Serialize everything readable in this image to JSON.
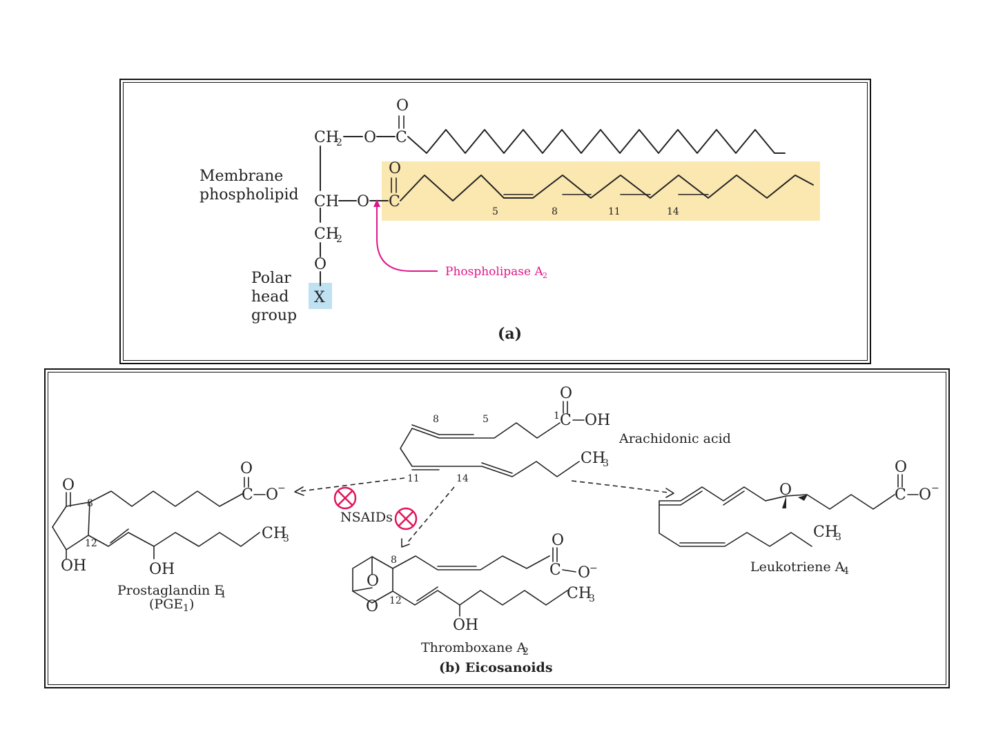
{
  "panel_a": {
    "atoms": {
      "o_top": "O",
      "ch2_top": "CH",
      "ch2_top_sub": "2",
      "o_link1": "O",
      "c_carbonyl1": "C",
      "ch_mid": "CH",
      "o_link2": "O",
      "c_carbonyl2": "C",
      "o_carbonyl2": "O",
      "ch2_bottom": "CH",
      "ch2_bottom_sub": "2",
      "o_head": "O",
      "x_head": "X"
    },
    "label_membrane_line1": "Membrane",
    "label_membrane_line2": "phospholipid",
    "label_polar_line1": "Polar",
    "label_polar_line2": "head",
    "label_polar_line3": "group",
    "enzyme": "Phospholipase A",
    "enzyme_sub": "2",
    "double_bond_positions": [
      "5",
      "8",
      "11",
      "14"
    ],
    "caption": "(a)",
    "colors": {
      "highlight": "#fbe7b0",
      "head_highlight": "#bfe1f2",
      "enzyme": "#e0158a"
    }
  },
  "panel_b": {
    "arachidonic": {
      "name": "Arachidonic acid",
      "o": "O",
      "c": "C",
      "oh": "OH",
      "c1": "1",
      "ch3": "CH",
      "ch3_sub": "3",
      "positions": [
        "8",
        "5",
        "11",
        "14"
      ]
    },
    "nsaids": "NSAIDs",
    "prostaglandin": {
      "o_ring": "O",
      "o_acid": "O",
      "c_acid": "C",
      "o_minus": "O",
      "charge": "−",
      "ch3": "CH",
      "ch3_sub": "3",
      "oh_ring": "OH",
      "oh_chain": "OH",
      "pos8": "8",
      "pos12": "12",
      "name": "Prostaglandin E",
      "name_sub": "1",
      "abbr": "(PGE",
      "abbr_sub": "1",
      "abbr_close": ")"
    },
    "thromboxane": {
      "o_acid": "O",
      "c_acid": "C",
      "o_minus": "O",
      "charge": "−",
      "ch3": "CH",
      "ch3_sub": "3",
      "oh": "OH",
      "o_bridge": "O",
      "o_ring": "O",
      "pos8": "8",
      "pos12": "12",
      "name": "Thromboxane A",
      "name_sub": "2"
    },
    "leukotriene": {
      "o_acid": "O",
      "c_acid": "C",
      "o_minus": "O",
      "charge": "−",
      "o_epoxide": "O",
      "ch3": "CH",
      "ch3_sub": "3",
      "name": "Leukotriene A",
      "name_sub": "4"
    },
    "caption": "(b) Eicosanoids",
    "colors": {
      "inhibit": "#e0155a"
    }
  }
}
